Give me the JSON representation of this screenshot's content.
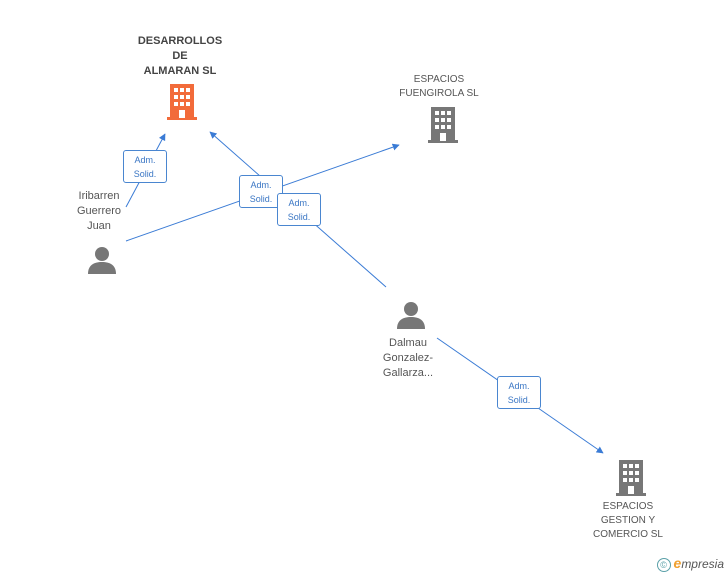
{
  "nodes": {
    "desarrollos": {
      "lines": [
        "DESARROLLOS",
        "DE",
        "ALMARAN SL"
      ]
    },
    "fuengirola": {
      "lines": [
        "ESPACIOS",
        "FUENGIROLA SL"
      ]
    },
    "gestion": {
      "lines": [
        "ESPACIOS",
        "GESTION Y",
        "COMERCIO SL"
      ]
    },
    "iribarren": {
      "lines": [
        "Iribarren",
        "Guerrero",
        "Juan"
      ]
    },
    "dalmau": {
      "lines": [
        "Dalmau",
        "Gonzalez-",
        "Gallarza..."
      ]
    }
  },
  "badges": [
    {
      "line1": "Adm.",
      "line2": "Solid."
    },
    {
      "line1": "Adm.",
      "line2": "Solid."
    },
    {
      "line1": "Adm.",
      "line2": "Solid."
    },
    {
      "line1": "Adm.",
      "line2": "Solid."
    }
  ],
  "footer": {
    "copyright": "©",
    "brand_e": "e",
    "brand_rest": "mpresia"
  },
  "colors": {
    "edge": "#3a7bd5",
    "main_company": "#f26b3a",
    "company": "#777777",
    "person": "#777777"
  },
  "icons": {
    "company": "building-icon",
    "person": "person-icon"
  }
}
